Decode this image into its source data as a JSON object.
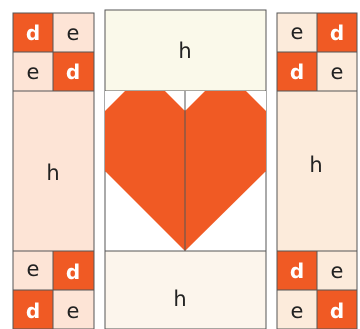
{
  "colors": {
    "orange": "#f05a24",
    "peach": "#fde4d6",
    "cream": "#faf9ea",
    "beige": "#fcebdb",
    "light_beige": "#fcf5ec",
    "white": "#ffffff",
    "stroke": "#555555"
  },
  "labels": {
    "d": "d",
    "e": "e",
    "h": "h"
  }
}
